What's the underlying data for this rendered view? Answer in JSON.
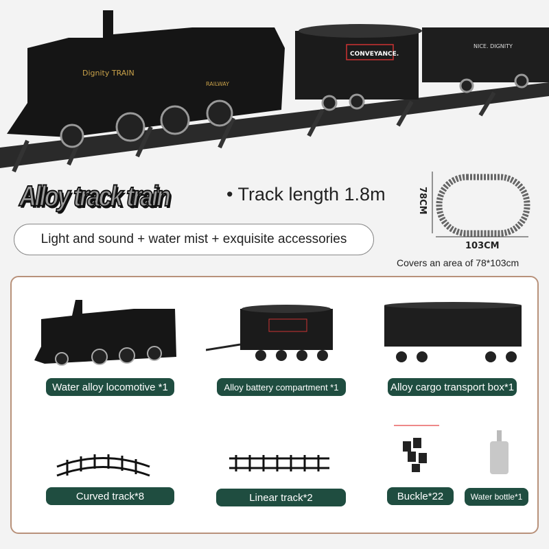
{
  "hero": {
    "decals": {
      "loco": "Dignity TRAIN",
      "loco_side": "RAILWAY",
      "tender": "CONVEYANCE.",
      "hopper": "NICE. DIGNITY"
    }
  },
  "headline": {
    "title": "Alloy track train",
    "track_length": "• Track length 1.8m",
    "features": "Light and sound + water mist + exquisite accessories"
  },
  "dimensions": {
    "height": "78CM",
    "width": "103CM",
    "caption": "Covers an area of 78*103cm"
  },
  "contents": [
    {
      "label": "Water alloy locomotive *1"
    },
    {
      "label": "Alloy battery compartment *1"
    },
    {
      "label": "Alloy cargo transport box*1"
    },
    {
      "label": "Curved track*8"
    },
    {
      "label": "Linear track*2"
    },
    {
      "label": "Buckle*22"
    },
    {
      "label": "Water bottle*1"
    }
  ],
  "colors": {
    "label_bg": "#1f4d40",
    "box_border": "#b8917a"
  }
}
